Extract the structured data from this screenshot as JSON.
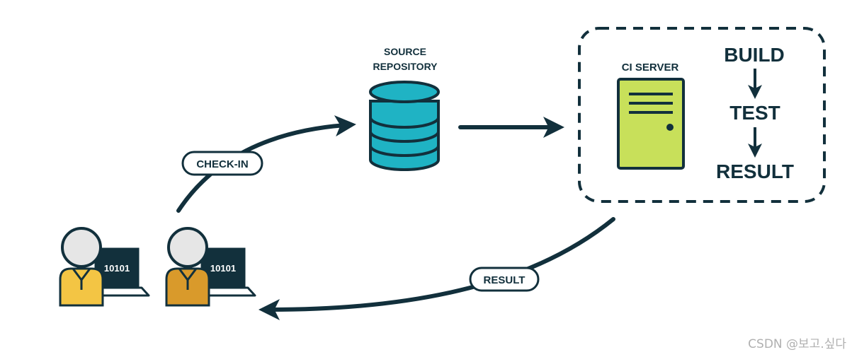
{
  "source_repository": {
    "label_line1": "SOURCE",
    "label_line2": "REPOSITORY",
    "icon": "database-icon"
  },
  "ci_server": {
    "label": "CI SERVER",
    "icon": "server-icon",
    "body_color": "#c8e05a"
  },
  "pipeline": {
    "steps": [
      "BUILD",
      "TEST",
      "RESULT"
    ]
  },
  "edges": {
    "check_in": "CHECK-IN",
    "result": "RESULT"
  },
  "developers": [
    {
      "screen_text": "10101",
      "shirt_color": "#f3c544"
    },
    {
      "screen_text": "10101",
      "shirt_color": "#d99a2b"
    }
  ],
  "colors": {
    "ink": "#12303c",
    "database": "#1fb3c4",
    "head": "#e6e6e6"
  },
  "watermark": "CSDN @보고.싶다"
}
